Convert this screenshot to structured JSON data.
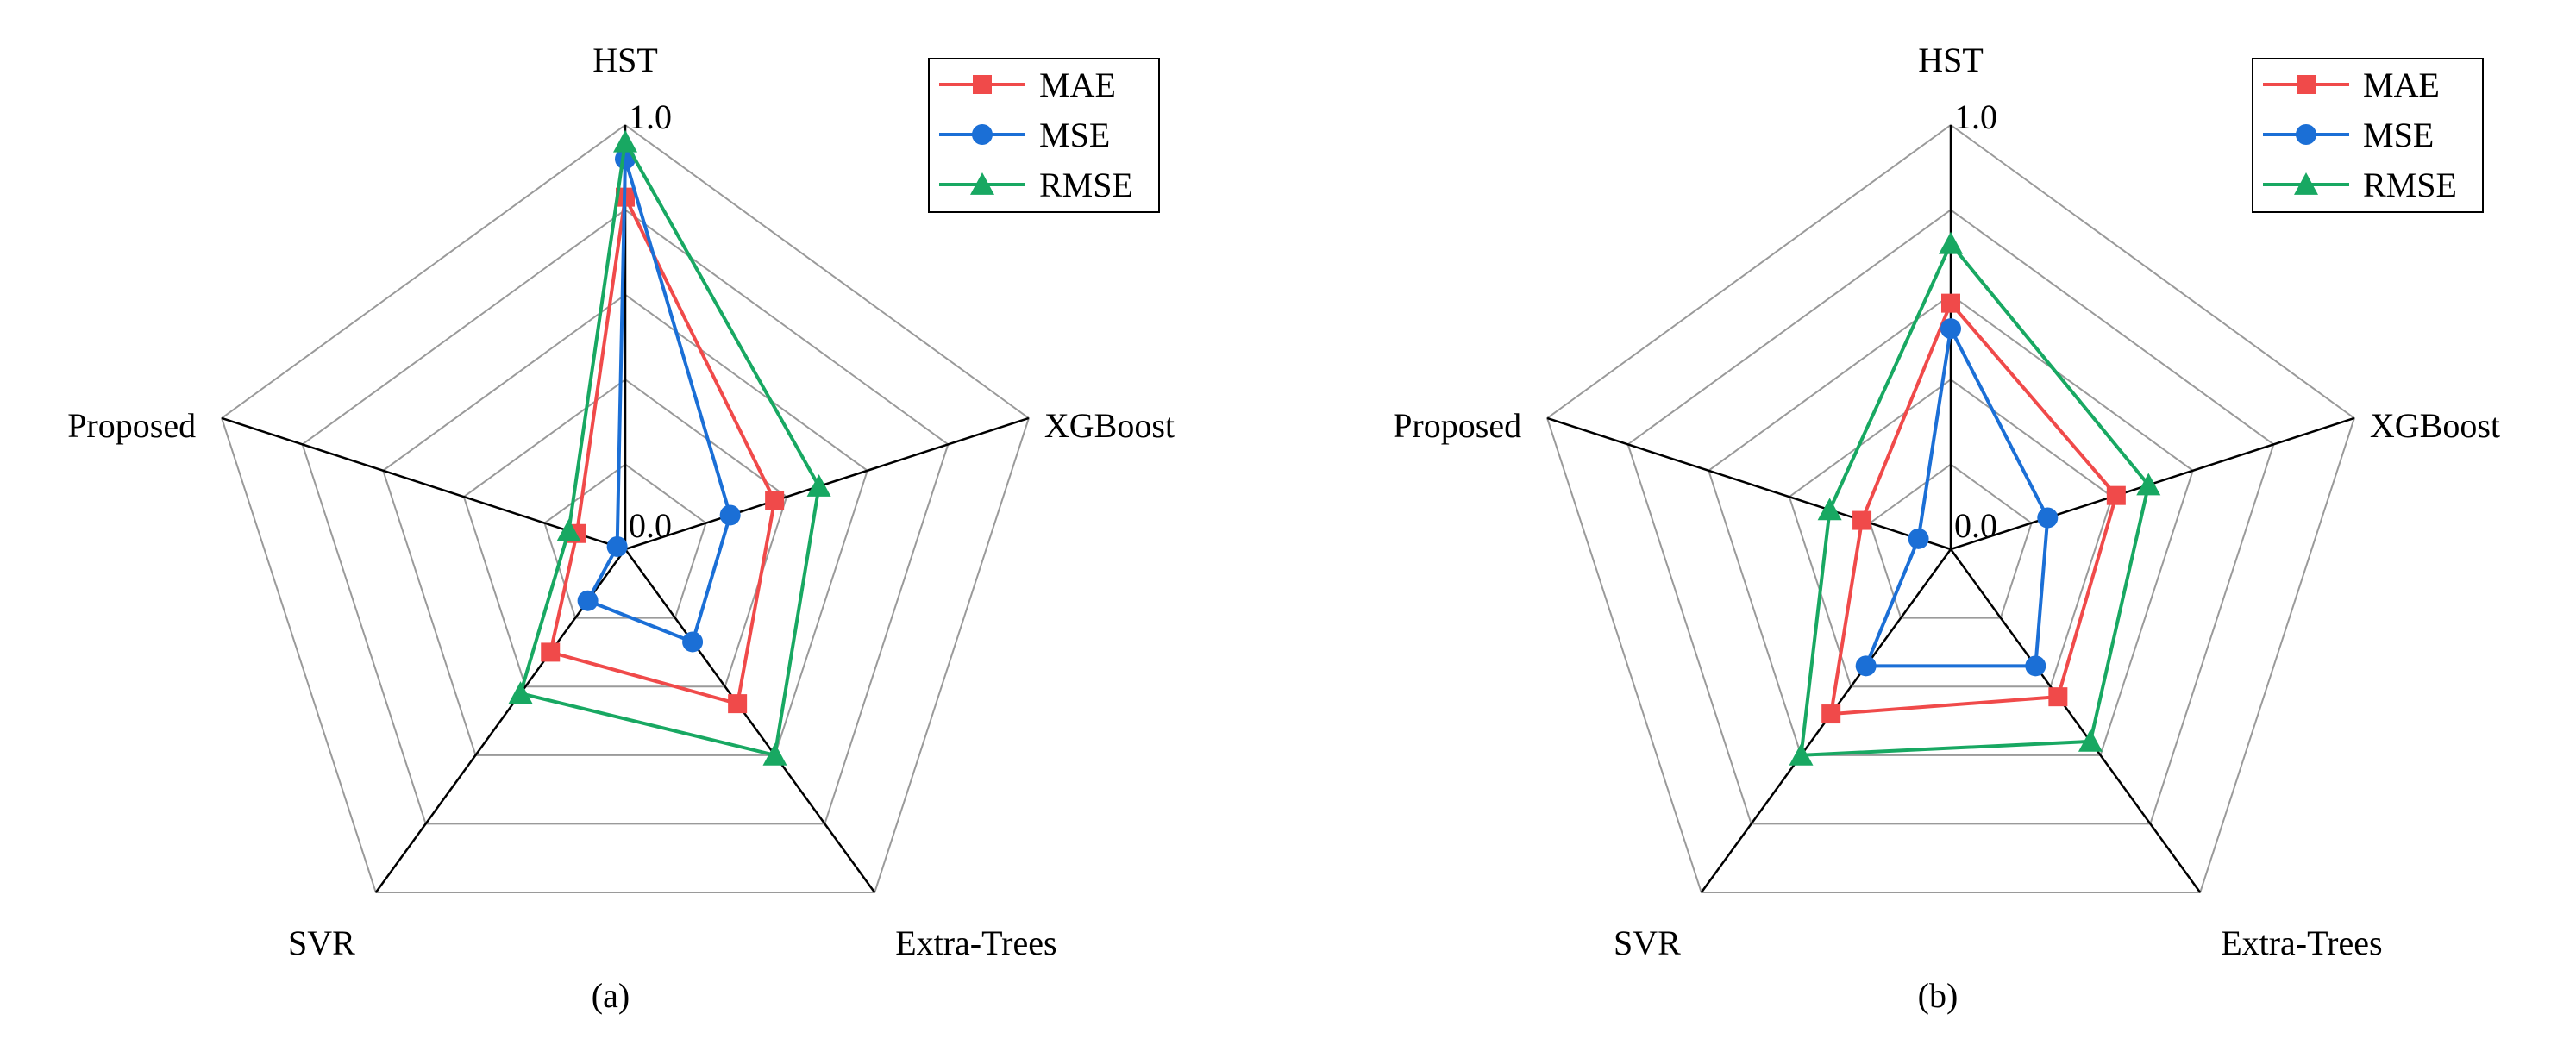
{
  "colors": {
    "MAE": "#f04a4a",
    "MSE": "#1b6fd6",
    "RMSE": "#18a862",
    "grid": "#9a9a9a",
    "axis": "#000000"
  },
  "chart_data": [
    {
      "type": "radar",
      "panel_label": "(a)",
      "axes": [
        "HST",
        "XGBoost",
        "Extra-Trees",
        "SVR",
        "Proposed"
      ],
      "range": [
        0.0,
        1.0
      ],
      "tick_labels": {
        "min": "0.0",
        "max": "1.0"
      },
      "grid_levels": 5,
      "legend": "top-right",
      "series": [
        {
          "name": "MAE",
          "marker": "square",
          "values": [
            0.83,
            0.37,
            0.45,
            0.3,
            0.12
          ]
        },
        {
          "name": "MSE",
          "marker": "circle",
          "values": [
            0.92,
            0.26,
            0.27,
            0.15,
            0.02
          ]
        },
        {
          "name": "RMSE",
          "marker": "triangle",
          "values": [
            0.96,
            0.48,
            0.6,
            0.42,
            0.14
          ]
        }
      ]
    },
    {
      "type": "radar",
      "panel_label": "(b)",
      "axes": [
        "HST",
        "XGBoost",
        "Extra-Trees",
        "SVR",
        "Proposed"
      ],
      "range": [
        0.0,
        1.0
      ],
      "tick_labels": {
        "min": "0.0",
        "max": "1.0"
      },
      "grid_levels": 5,
      "legend": "top-right",
      "series": [
        {
          "name": "MAE",
          "marker": "square",
          "values": [
            0.58,
            0.41,
            0.43,
            0.48,
            0.22
          ]
        },
        {
          "name": "MSE",
          "marker": "circle",
          "values": [
            0.52,
            0.24,
            0.34,
            0.34,
            0.08
          ]
        },
        {
          "name": "RMSE",
          "marker": "triangle",
          "values": [
            0.72,
            0.49,
            0.56,
            0.6,
            0.3
          ]
        }
      ]
    }
  ]
}
